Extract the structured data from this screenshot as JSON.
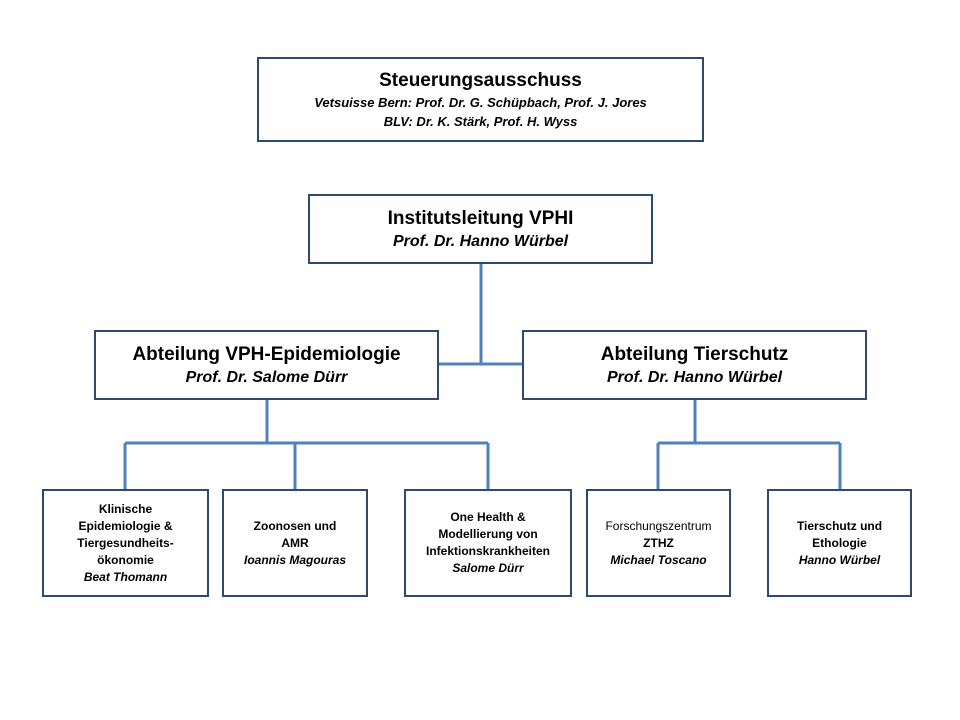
{
  "steering": {
    "title": "Steuerungsausschuss",
    "line1": "Vetsuisse Bern: Prof. Dr. G. Schüpbach, Prof. J. Jores",
    "line2": "BLV: Dr. K. Stärk, Prof. H. Wyss"
  },
  "institute": {
    "title": "Institutsleitung VPHI",
    "head": "Prof. Dr. Hanno Würbel"
  },
  "departments": [
    {
      "title": "Abteilung VPH-Epidemiologie",
      "head": "Prof. Dr. Salome Dürr"
    },
    {
      "title": "Abteilung Tierschutz",
      "head": "Prof.  Dr. Hanno Würbel"
    }
  ],
  "units": [
    {
      "lines": [
        "Klinische",
        "Epidemiologie &",
        "Tiergesundheits-",
        "ökonomie"
      ],
      "head": "Beat Thomann"
    },
    {
      "lines": [
        "Zoonosen und",
        "AMR"
      ],
      "head": "Ioannis Magouras"
    },
    {
      "lines": [
        "One Health &",
        "Modellierung von",
        "Infektionskrankheiten"
      ],
      "head": "Salome Dürr"
    },
    {
      "lines": [
        "Forschungszentrum",
        "ZTHZ"
      ],
      "head": "Michael Toscano"
    },
    {
      "lines": [
        "Tierschutz und",
        "Ethologie"
      ],
      "head": "Hanno Würbel"
    }
  ],
  "colors": {
    "border": "#2e4a6e",
    "connector": "#4f81bd"
  }
}
